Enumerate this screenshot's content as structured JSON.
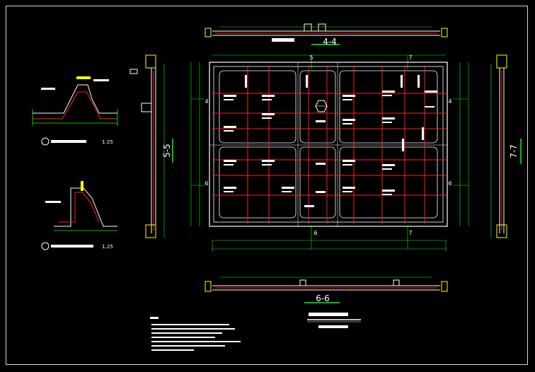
{
  "colors": {
    "background": "#000000",
    "outline": "#ffffff",
    "rebar": "#ff2020",
    "dimension": "#00ff00",
    "annotation": "#ffffff",
    "highlight": "#ffff00"
  },
  "sections": {
    "top": {
      "label": "4-4"
    },
    "bottom": {
      "label": "6-6"
    },
    "left": {
      "label": "5-5"
    },
    "right": {
      "label": "7-7"
    }
  },
  "plan": {
    "axis_top_left": "5",
    "axis_top_right": "7",
    "axis_bottom_left": "6",
    "axis_bottom_right": "7",
    "axis_left_top": "4",
    "axis_left_bottom": "6",
    "axis_right_top": "4",
    "axis_right_bottom": "6"
  },
  "details": {
    "detail1_scale": "1:25",
    "detail2_scale": "1:25"
  }
}
